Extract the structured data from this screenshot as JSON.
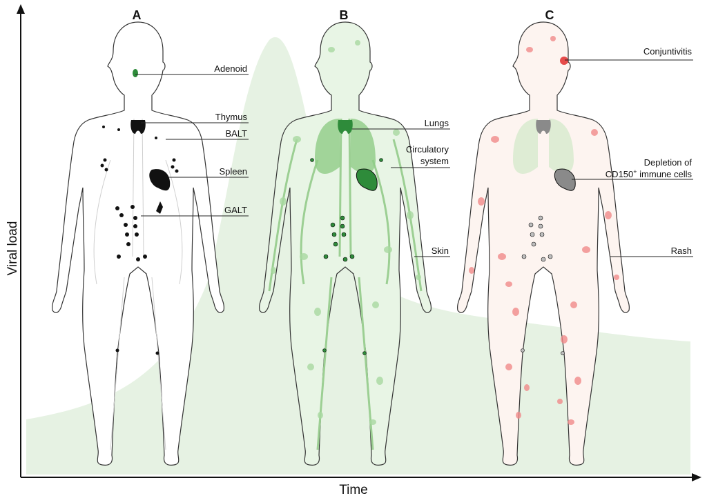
{
  "panels": [
    {
      "letter": "A",
      "labels": [
        "Adenoid",
        "Thymus",
        "BALT",
        "Spleen",
        "GALT"
      ]
    },
    {
      "letter": "B",
      "labels": [
        "Lungs",
        "Circulatory",
        "system",
        "Skin"
      ]
    },
    {
      "letter": "C",
      "labels": [
        "Conjuntivitis",
        "Depletion of",
        "CD150",
        "+",
        " immune cells",
        "Rash"
      ]
    }
  ],
  "axes": {
    "y_title": "Viral load",
    "x_title": "Time"
  },
  "colors": {
    "curve_fill": "#e6f2e3",
    "lymph_black": "#111111",
    "infect_green": "#2e8b3a",
    "infect_light": "#a8d8a0",
    "rash": "#f08a8a",
    "depleted_gray": "#8a8a8a"
  }
}
